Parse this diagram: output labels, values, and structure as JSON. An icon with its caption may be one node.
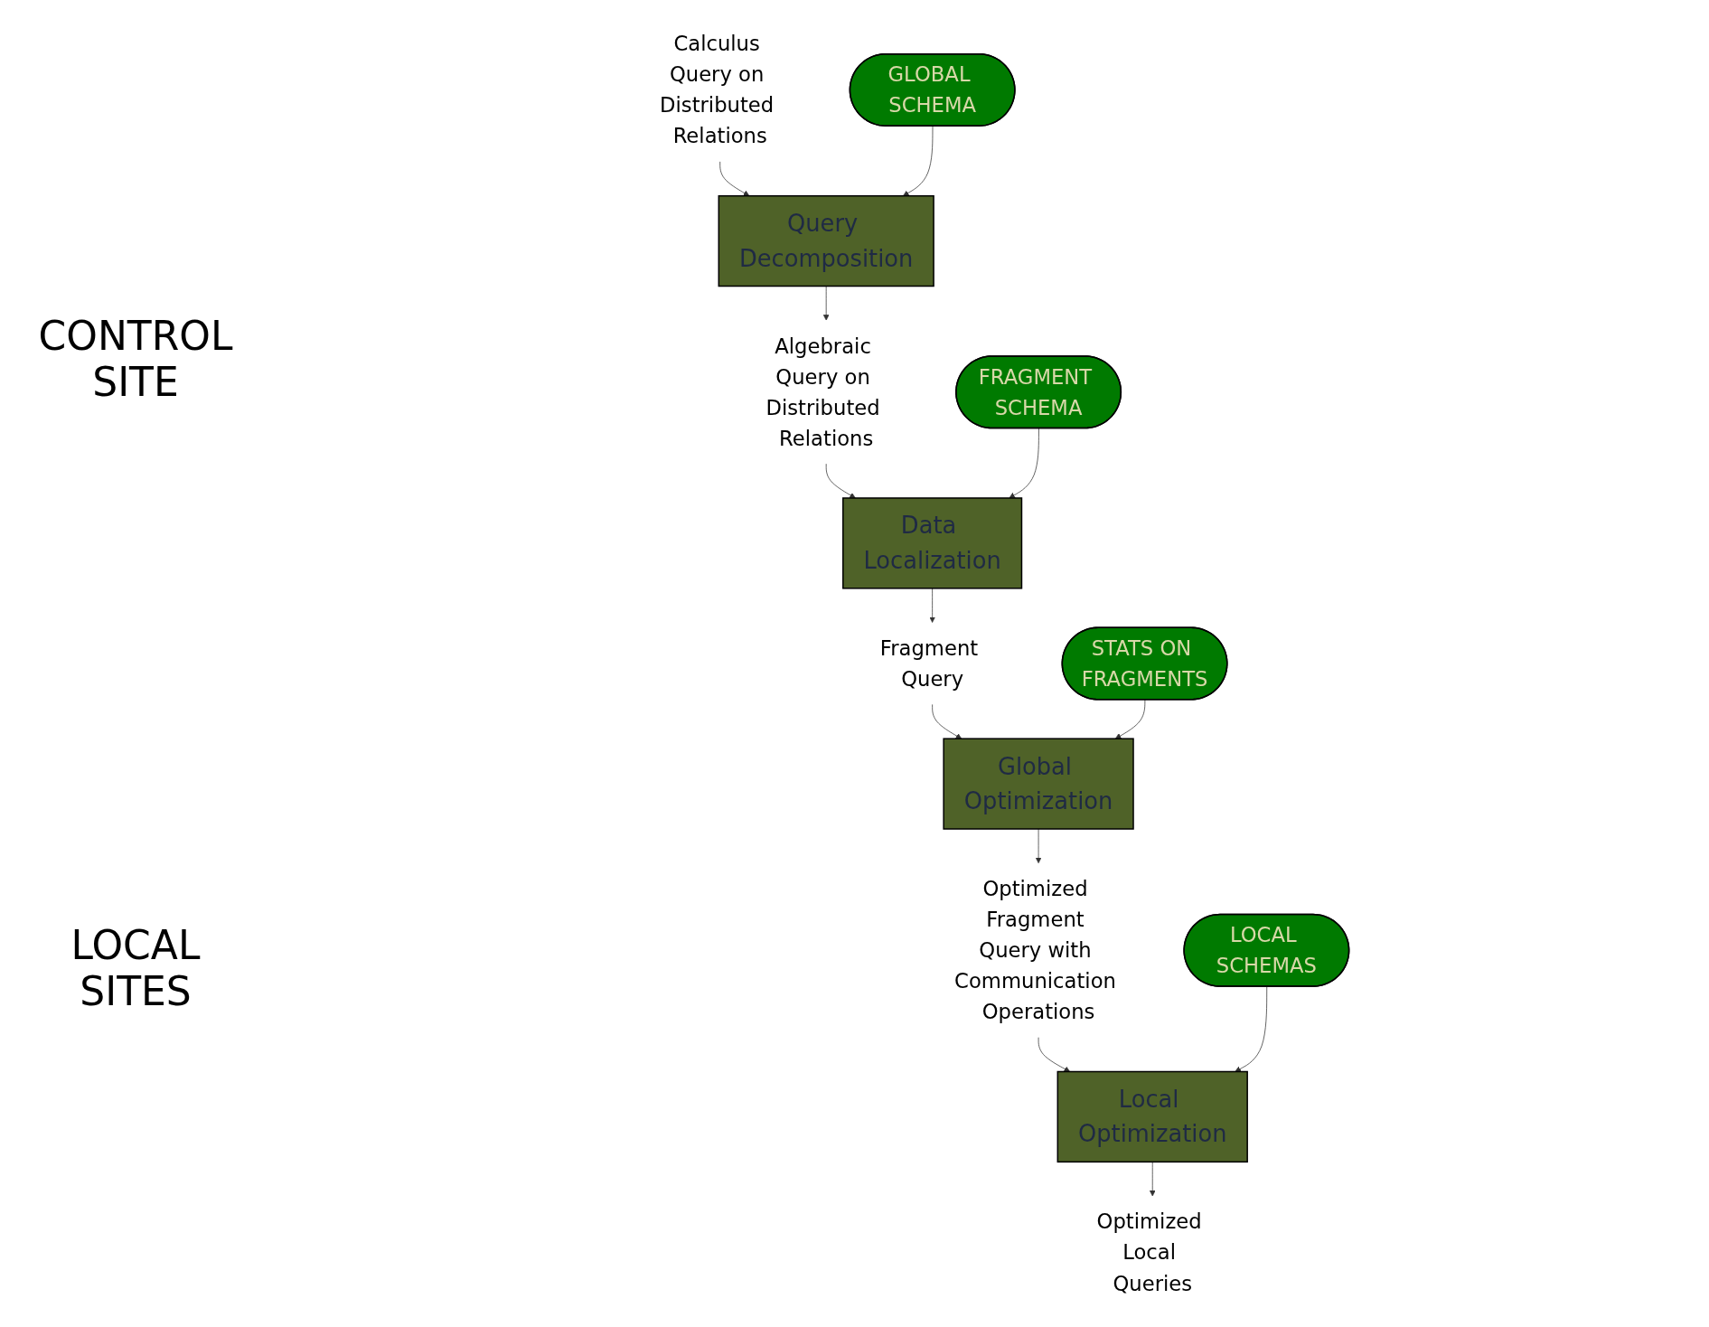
{
  "diagram": {
    "nodes": [
      {
        "text": [
          "Calculus Query on Distributed Relations"
        ]
      },
      {
        "text": [
          "Query Decomposition"
        ]
      },
      {
        "text": [
          "GLOBAL SCHEMA"
        ]
      },
      {
        "text": [
          "Algebraic Query on Distributed Relations"
        ]
      },
      {
        "text": [
          "Data Localization"
        ]
      },
      {
        "text": [
          "FRAGMENT SCHEMA"
        ]
      },
      {
        "text": [
          "Fragment Query"
        ]
      },
      {
        "text": [
          "Global Optimization"
        ]
      },
      {
        "text": [
          "STATS ON FRAGMENTS"
        ]
      },
      {
        "text": [
          "Optimized Fragment Query with Communication Operations"
        ]
      },
      {
        "text": [
          "Local Optimization"
        ]
      },
      {
        "text": [
          "LOCAL SCHEMAS"
        ]
      },
      {
        "text": [
          "Optimized Local Queries"
        ]
      }
    ],
    "edges": [
      {
        "from": 0,
        "to": 1,
        "arrow": "to"
      },
      {
        "from": 2,
        "to": 1,
        "arrow": "to"
      },
      {
        "from": 1,
        "to": 3,
        "arrow": "to"
      },
      {
        "from": 3,
        "to": 4,
        "arrow": "to"
      },
      {
        "from": 5,
        "to": 4,
        "arrow": "to"
      },
      {
        "from": 4,
        "to": 6,
        "arrow": "to"
      },
      {
        "from": 6,
        "to": 7,
        "arrow": "to"
      },
      {
        "from": 8,
        "to": 7,
        "arrow": "to"
      },
      {
        "from": 7,
        "to": 9,
        "arrow": "to"
      },
      {
        "from": 9,
        "to": 10,
        "arrow": "to"
      },
      {
        "from": 11,
        "to": 10,
        "arrow": "to"
      },
      {
        "from": 10,
        "to": 12,
        "arrow": "to"
      }
    ],
    "labels": [
      "CONTROL SITE",
      "LOCAL SITES"
    ]
  }
}
